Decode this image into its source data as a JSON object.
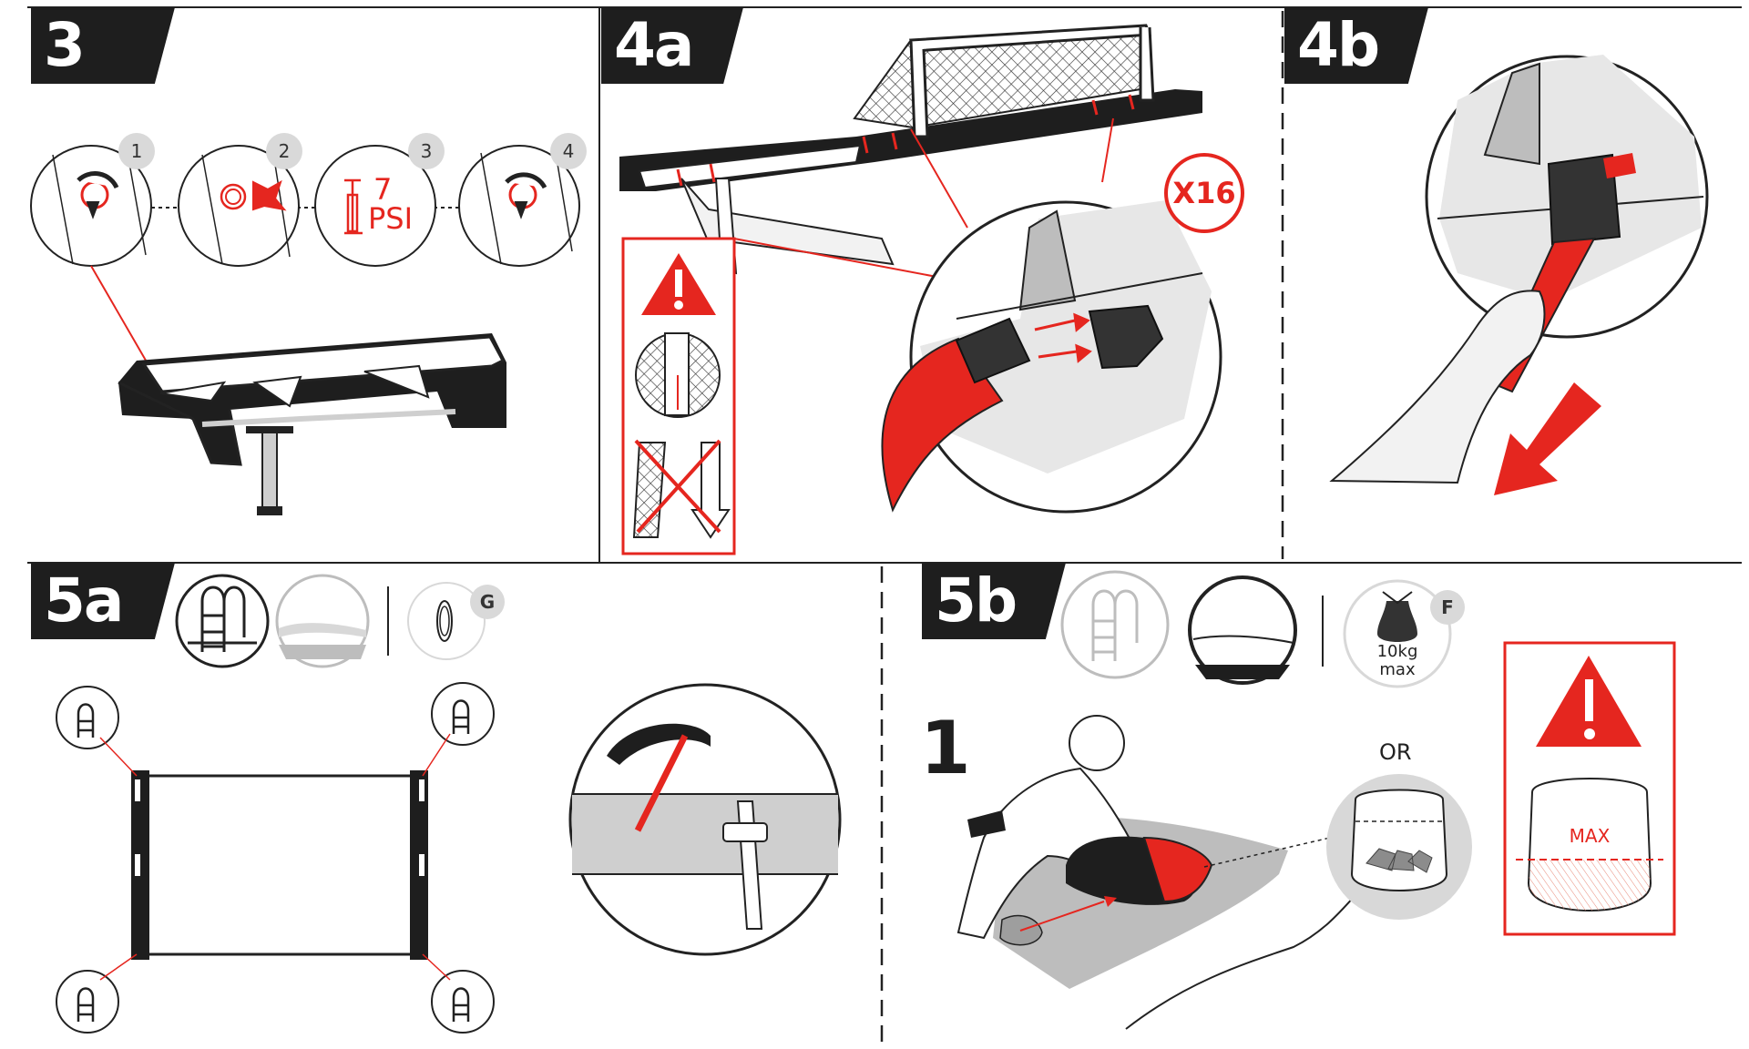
{
  "colors": {
    "accent": "#e5261f",
    "dark": "#1e1e1e",
    "grey": "#d8d8d8",
    "mid_grey": "#bdbdbd"
  },
  "step3": {
    "tab": "3",
    "sub_steps": [
      "1",
      "2",
      "3",
      "4"
    ],
    "pressure_value": "7",
    "pressure_unit": "PSI",
    "icons": [
      "valve-open-icon",
      "valve-insert-icon",
      "pump-icon",
      "valve-close-icon"
    ]
  },
  "step4a": {
    "tab": "4a",
    "quantity": "X16",
    "warning_icon": "warning-triangle-icon"
  },
  "step4b": {
    "tab": "4b"
  },
  "step5a": {
    "tab": "5a",
    "part_letter": "G",
    "icons": [
      "pool-ladder-icon",
      "lake-icon",
      "rope-icon"
    ]
  },
  "step5b": {
    "tab": "5b",
    "part_letter": "F",
    "bag_weight": "10kg",
    "bag_limit": "max",
    "sub_step": "1",
    "or_label": "OR",
    "fill_limit": "MAX",
    "icons": [
      "pool-ladder-icon",
      "lake-icon",
      "sandbag-icon"
    ]
  }
}
